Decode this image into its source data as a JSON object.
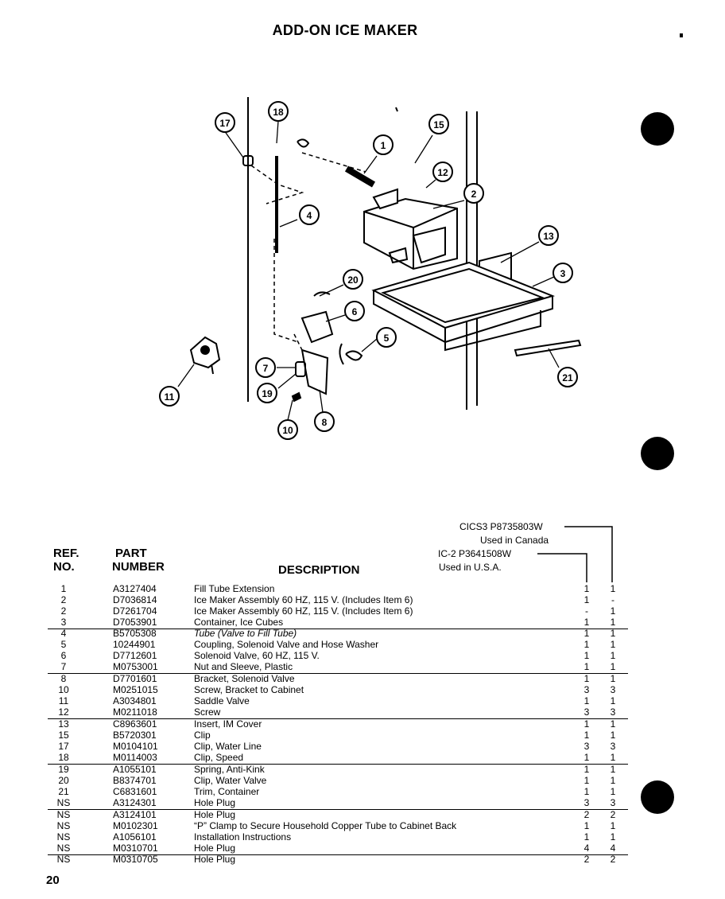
{
  "title": "ADD-ON ICE MAKER",
  "callouts": [
    "17",
    "18",
    "1",
    "15",
    "12",
    "2",
    "4",
    "13",
    "3",
    "20",
    "6",
    "5",
    "7",
    "19",
    "10",
    "8",
    "11",
    "21"
  ],
  "headers": {
    "ref_line1": "REF.",
    "ref_line2": "NO.",
    "part_line1": "PART",
    "part_line2": "NUMBER",
    "description": "DESCRIPTION"
  },
  "models": {
    "col2_line1": "CICS3  P8735803W",
    "col2_line2": "Used in Canada",
    "col1_line1": "IC-2  P3641508W",
    "col1_line2": "Used in U.S.A."
  },
  "rows": [
    {
      "ref": "1",
      "part": "A3127404",
      "desc": "Fill Tube Extension",
      "q1": "1",
      "q2": "1"
    },
    {
      "ref": "2",
      "part": "D7036814",
      "desc": "Ice Maker Assembly 60 HZ, 115 V. (Includes Item 6)",
      "q1": "1",
      "q2": "-"
    },
    {
      "ref": "2",
      "part": "D7261704",
      "desc": "Ice Maker Assembly 60 HZ, 115 V. (Includes Item 6)",
      "q1": "-",
      "q2": "1"
    },
    {
      "ref": "3",
      "part": "D7053901",
      "desc": "Container, Ice Cubes",
      "q1": "1",
      "q2": "1"
    },
    {
      "ref": "4",
      "part": "B5705308",
      "desc": "Tube (Valve to Fill Tube)",
      "q1": "1",
      "q2": "1"
    },
    {
      "ref": "5",
      "part": "10244901",
      "desc": "Coupling, Solenoid Valve and Hose Washer",
      "q1": "1",
      "q2": "1"
    },
    {
      "ref": "6",
      "part": "D7712601",
      "desc": "Solenoid Valve, 60 HZ, 115 V.",
      "q1": "1",
      "q2": "1"
    },
    {
      "ref": "7",
      "part": "M0753001",
      "desc": "Nut and Sleeve, Plastic",
      "q1": "1",
      "q2": "1"
    },
    {
      "ref": "8",
      "part": "D7701601",
      "desc": "Bracket, Solenoid Valve",
      "q1": "1",
      "q2": "1"
    },
    {
      "ref": "10",
      "part": "M0251015",
      "desc": "Screw, Bracket to Cabinet",
      "q1": "3",
      "q2": "3"
    },
    {
      "ref": "11",
      "part": "A3034801",
      "desc": "Saddle Valve",
      "q1": "1",
      "q2": "1"
    },
    {
      "ref": "12",
      "part": "M0211018",
      "desc": "Screw",
      "q1": "3",
      "q2": "3"
    },
    {
      "ref": "13",
      "part": "C8963601",
      "desc": "Insert, IM Cover",
      "q1": "1",
      "q2": "1"
    },
    {
      "ref": "15",
      "part": "B5720301",
      "desc": "Clip",
      "q1": "1",
      "q2": "1"
    },
    {
      "ref": "17",
      "part": "M0104101",
      "desc": "Clip, Water Line",
      "q1": "3",
      "q2": "3"
    },
    {
      "ref": "18",
      "part": "M0114003",
      "desc": "Clip, Speed",
      "q1": "1",
      "q2": "1"
    },
    {
      "ref": "19",
      "part": "A1055101",
      "desc": "Spring, Anti-Kink",
      "q1": "1",
      "q2": "1"
    },
    {
      "ref": "20",
      "part": "B8374701",
      "desc": "Clip, Water Valve",
      "q1": "1",
      "q2": "1"
    },
    {
      "ref": "21",
      "part": "C6831601",
      "desc": "Trim, Container",
      "q1": "1",
      "q2": "1"
    },
    {
      "ref": "NS",
      "part": "A3124301",
      "desc": "Hole Plug",
      "q1": "3",
      "q2": "3"
    },
    {
      "ref": "NS",
      "part": "A3124101",
      "desc": "Hole Plug",
      "q1": "2",
      "q2": "2"
    },
    {
      "ref": "NS",
      "part": "M0102301",
      "desc": "“P” Clamp to Secure Household Copper Tube to Cabinet Back",
      "q1": "1",
      "q2": "1"
    },
    {
      "ref": "NS",
      "part": "A1056101",
      "desc": "Installation Instructions",
      "q1": "1",
      "q2": "1"
    },
    {
      "ref": "NS",
      "part": "M0310701",
      "desc": "Hole Plug",
      "q1": "4",
      "q2": "4"
    },
    {
      "ref": "NS",
      "part": "M0310705",
      "desc": "Hole Plug",
      "q1": "2",
      "q2": "2"
    }
  ],
  "page_number": "20"
}
